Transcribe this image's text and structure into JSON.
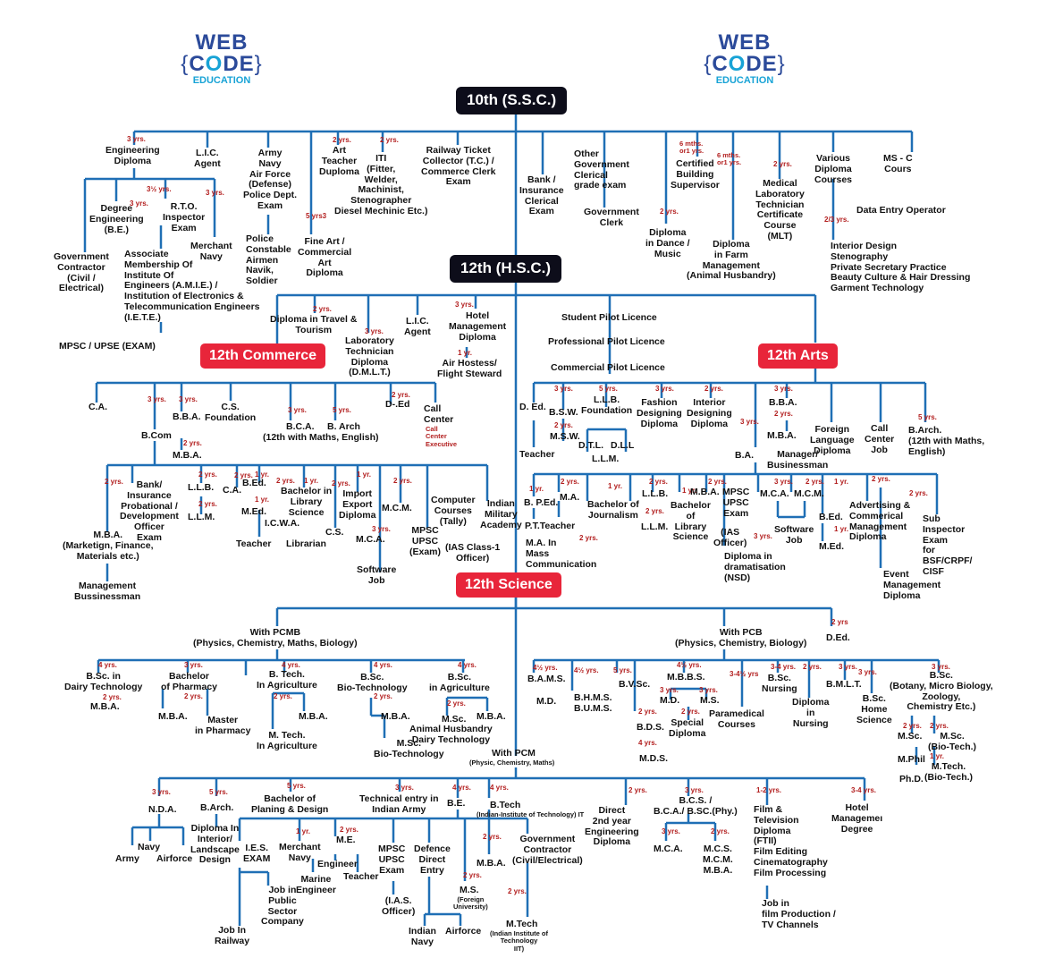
{
  "logo": {
    "word1": "WEB",
    "word2_left": "{",
    "word2": "C",
    "word2_o": "O",
    "word2_rest": "DE",
    "word2_right": "}",
    "word3": "EDUCATION"
  },
  "hubs": {
    "ssc": "10th (S.S.C.)",
    "hsc": "12th (H.S.C.)"
  },
  "streams": {
    "commerce": "12th Commerce",
    "arts": "12th Arts",
    "science": "12th Science"
  },
  "ssc_branch": {
    "engineering_diploma": "Engineering\nDiploma",
    "lic_agent": "L.I.C.\nAgent",
    "army": "Army\nNavy\nAir Force\n(Defense)\nPolice Dept.\nExam",
    "art_teacher": "Art\nTeacher\nDuploma",
    "iti": "ITI\n(Fitter,\nWelder,\nMachinist,\nStenographer\nDiesel Mechinic Etc.)",
    "railway": "Railway Ticket\nCollector (T.C.) /\nCommerce Clerk\nExam",
    "bank": "Bank /\nInsurance\nClerical\nExam",
    "other_govt": "Other\nGovernment\nClerical\ngrade exam",
    "govt_clerk": "Government\nClerk",
    "certified_building": "Certified\nBuilding\nSupervisor",
    "diploma_dance": "Diploma\nin Dance /\nMusic",
    "mlt": "Medical\nLaboratory\nTechnician\nCertificate\nCourse\n(MLT)",
    "diploma_farm": "Diploma\nin Farm\nManagement\n(Animal Husbandry)",
    "various_diploma": "Various\nDiploma\nCourses",
    "ms_course": "MS - C\nCours",
    "data_entry": "Data Entry Operator",
    "interior_design": "Interior Design\nStenography\nPrivate Secretary Practice\nBeauty Culture & Hair Dressing\nGarment Technology",
    "degree_engineering": "Degree\nEngineering\n(B.E.)",
    "rto": "R.T.O.\nInspector\nExam",
    "merchant_navy": "Merchant\nNavy",
    "police_constable": "Police\nConstable\nAirmen\nNavik,\nSoldier",
    "fine_art": "Fine Art /\nCommercial\nArt\nDiploma",
    "govt_contractor": "Government\nContractor\n(Civil /\nElectrical)",
    "amie": "Associate\nMembership Of\nInstitute Of\nEngineers (A.M.I.E.) /\nInstitution of Electronics &\nTelecommunication Engineers\n(I.E.T.E.)",
    "mpsc": "MPSC / UPSE (EXAM)"
  },
  "hsc_branch": {
    "travel": "Diploma in Travel &\nTourism",
    "dmlt": "Laboratory\nTechnician\nDiploma\n(D.M.L.T.)",
    "lic": "L.I.C.\nAgent",
    "hotel": "Hotel\nManagement\nDiploma",
    "air_hostess": "Air Hostess/\nFlight Steward",
    "student_pilot": "Student Pilot Licence",
    "professional_pilot": "Professional Pilot Licence",
    "commercial_pilot": "Commercial Pilot Licence"
  },
  "commerce": {
    "ca": "C.A.",
    "bcom": "B.Com",
    "bba": "B.B.A.",
    "cs_foundation": "C.S.\nFoundation",
    "bca": "B.C.A.",
    "barch": "B. Arch",
    "with_maths": "(12th with Maths, English)",
    "ded": "D-.Ed",
    "call_center": "Call\nCenter",
    "call_center_exec": "Call\nCenter\nExecutive",
    "mba": "M.B.A.",
    "mba_full": "M.B.A.\n(Marketign, Finance,\nMaterials etc.)",
    "bank": "Bank/\nInsurance\nProbational /\nDevelopment\nOfficer\nExam",
    "llb": "L.L.B.",
    "llm": "L.L.M.",
    "ca2": "C.A.",
    "bed": "B.Ed.",
    "med": "M.Ed.",
    "icwa": "I.C.W.A.",
    "library": "Bachelor in\nLibrary\nScience",
    "librarian": "Librarian",
    "import": "Import\nExport\nDiploma",
    "cs": "C.S.",
    "mcm": "M.C.M.",
    "mca": "M.C.A.",
    "software": "Software\nJob",
    "mpsc": "MPSC\nUPSC\n(Exam)",
    "computer": "Computer\nCourses\n(Tally)",
    "ias": "(IAS Class-1\nOfficer)",
    "military": "Indian\nMilitary\nAcademy",
    "teacher": "Teacher",
    "management": "Management\nBussinessman"
  },
  "arts": {
    "ded": "D. Ed.",
    "teacher": "Teacher",
    "bsw": "B.S.W.",
    "msw": "M.S.W.",
    "llb": "L.L.B.\nFoundation",
    "dtl": "D.T.L.",
    "dll": "D.L.L",
    "llm": "L.L.M.",
    "fashion": "Fashion\nDesigning\nDiploma",
    "interior": "Interior\nDesigning\nDiploma",
    "ba": "B.A.",
    "bba": "B.B.A.",
    "mba": "M.B.A.",
    "manager": "Manager/\nBusinessman",
    "foreign": "Foreign\nLanguage\nDiploma",
    "call_center": "Call\nCenter\nJob",
    "barch": "B.Arch.\n(12th with Maths,\nEnglish)",
    "bped": "B. P.Ed.",
    "pt_teacher": "P.T.Teacher",
    "ma": "M.A.",
    "ma_mass": "M.A. In\nMass\nCommunication",
    "journalism": "Bachelor of\nJournalism",
    "llb2": "L.L.B.",
    "llm2": "L.L.M.",
    "lib": "Bachelor\nof\nLibrary\nScience",
    "mba2": "M.B.A.",
    "mpsc": "MPSC\nUPSC\nExam",
    "ias": "(IAS\nOfficer)",
    "drama": "Diploma in\ndramatisation\n(NSD)",
    "mca": "M.C.A.",
    "mcm": "M.C.M.",
    "software": "Software\nJob",
    "bed": "B.Ed.",
    "med": "M.Ed.",
    "advertising": "Advertising &\nCommerical\nManagement\nDiploma",
    "event": "Event\nManagement\nDiploma",
    "sub_inspector": "Sub\nInspector\nExam\nfor\nBSF/CRPF/\nCISF"
  },
  "science": {
    "pcmb": "With PCMB\n(Physics, Chemistry, Maths, Biology)",
    "pcb": "With PCB\n(Physics, Chemistry, Biology)",
    "ded": "D.Ed.",
    "dairy": "B.Sc. in\nDairy Technology",
    "mba_dairy": "M.B.A.",
    "pharmacy": "Bachelor\nof Pharmacy",
    "mba_ph": "M.B.A.",
    "master_ph": "Master\nin Pharmacy",
    "btech_agri": "B. Tech.\nIn Agriculture",
    "mtech_agri": "M. Tech.\nIn Agriculture",
    "mba_agri": "M.B.A.",
    "bsc_bio": "B.Sc.\nBio-Technology",
    "mba_bio": "M.B.A.",
    "msc_bio": "M.Sc.\nBio-Technology",
    "bsc_agri": "B.Sc.\nin Agriculture",
    "msc_agri": "M.Sc.",
    "mba_bsc": "M.B.A.",
    "animal": "Animal Husbandry\nDairy Technology",
    "bams": "B.A.M.S.",
    "md": "M.D.",
    "bhms": "B.H.M.S.\nB.U.M.S.",
    "bvsc": "B.V.Sc.",
    "mbbs": "M.B.B.S.",
    "md2": "M.D.",
    "ms": "M.S.",
    "bds": "B.D.S.",
    "mds": "M.D.S.",
    "special": "Special\nDiploma",
    "paramedical": "Paramedical\nCourses",
    "nursing": "B.Sc.\nNursing",
    "nursing_dip": "Diploma\nin\nNursing",
    "bmlt": "B.M.L.T.",
    "home_sci": "B.Sc.\nHome\nScience",
    "bsc_bot": "B.Sc.\n(Botany, Micro Biology,\nZoology,\nChemistry Etc.)",
    "msc": "M.Sc.",
    "msc_biotech": "M.Sc.\n(Bio-Tech.)",
    "mphil": "M.Phil",
    "phd": "Ph.D.",
    "mtech_bio": "M.Tech.\n(Bio-Tech.)",
    "pcm": "With PCM",
    "pcm_sub": "(Physic, Chemistry, Maths)",
    "nda": "N.D.A.",
    "navy": "Navy",
    "army": "Army",
    "airforce": "Airforce",
    "barch": "B.Arch.",
    "landscape": "Diploma In\nInterior/\nLandscape\nDesign",
    "planing": "Bachelor of\nPlaning & Design",
    "technical": "Technical entry in\nIndian Army",
    "be": "B.E.",
    "btech": "B.Tech",
    "iit": "(Indian-Institute of Technology) IT",
    "direct": "Direct\n2nd year\nEngineering\nDiploma",
    "bcs": "B.C.S. /\nB.C.A./ B.SC.(Phy.)",
    "film": "Film &\nTelevision\nDiploma\n(FTII)\nFilm Editing\nCinematography\nFilm Processing",
    "film_job": "Job in\nfilm Production /\nTV Channels",
    "hotel": "Hotel\nManagemeı\nDegree",
    "ies": "I.E.S.\nEXAM",
    "merchant": "Merchant\nNavy",
    "marine": "Marine\nEngineer",
    "me": "M.E.",
    "engineer": "Engineer",
    "teacher": "Teacher",
    "mpsc": "MPSC\nUPSC\nExam",
    "ias": "(I.A.S.\nOfficer)",
    "defence": "Defence\nDirect\nEntry",
    "mba_btech": "M.B.A.",
    "ms_foreign": "M.S.",
    "ms_foreign_sub": "(Foreign\nUniversity)",
    "govt_contractor": "Government\nContractor\n(Civil/Electrical)",
    "mtech": "M.Tech",
    "mtech_sub": "(Indian Institute of\nTechnology\nIIT)",
    "mca": "M.C.A.",
    "mcs": "M.C.S.\nM.C.M.\nM.B.A.",
    "job_public": "Job in\nPublic\nSector\nCompany",
    "job_railway": "Job In\nRailway",
    "indian_navy": "Indian\nNavy",
    "airforce2": "Airforce"
  },
  "durations": {
    "y3": "3 yrs.",
    "y2": "2 yrs.",
    "y1": "1 yr.",
    "y4": "4 yrs.",
    "y5": "5 yrs.",
    "y3h": "3½ yrs.",
    "y53": "5 yrs3",
    "y6": "6 mths.\nor1 yrs.",
    "y6b": "6 mths.\nor1 yrs.",
    "y23": "2/3 yrs.",
    "y412": "4½ yrs.",
    "y3412": "3-4½ yrs",
    "y34": "3-4 yrs.",
    "y12": "1-2 yrs.",
    "y2b": "2 yrs"
  },
  "colors": {
    "line": "#1f6fb5",
    "hub": "#0d0d1a",
    "stream": "#e8253a",
    "duration": "#b21e1e",
    "logo_blue": "#2b4a9a",
    "logo_cyan": "#18a3d6"
  }
}
